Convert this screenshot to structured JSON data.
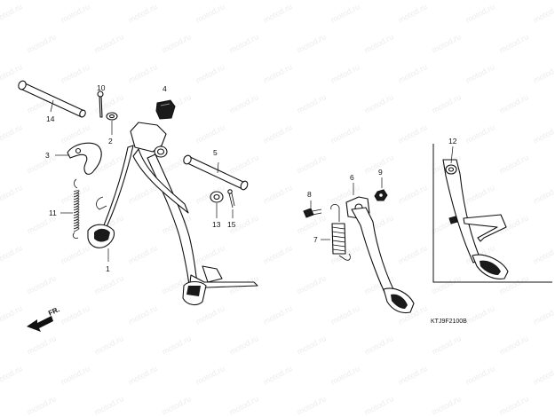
{
  "watermark": {
    "text": "motod.ru"
  },
  "diagram": {
    "code": "KTJ9F2100B",
    "direction_label": "FR.",
    "callouts": {
      "c1": "1",
      "c2": "2",
      "c3": "3",
      "c4": "4",
      "c5": "5",
      "c6": "6",
      "c7": "7",
      "c8": "8",
      "c9": "9",
      "c10": "10",
      "c11": "11",
      "c12": "12",
      "c13": "13",
      "c14": "14",
      "c15": "15"
    }
  }
}
